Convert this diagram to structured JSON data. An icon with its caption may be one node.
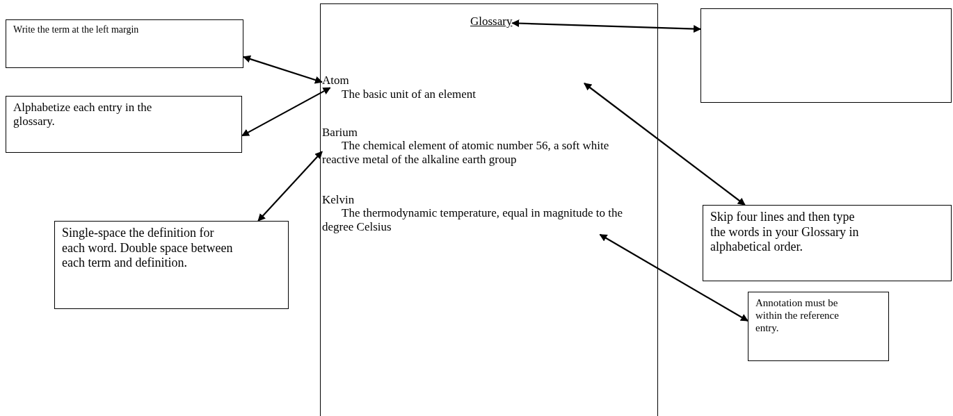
{
  "diagram": {
    "nodes": [
      {
        "text": [
          "Write the term at the left margin"
        ]
      },
      {
        "text": [],
        "shape": "box"
      },
      {
        "text": [
          "Glossary"
        ],
        "in": 1
      },
      {
        "text": [
          "Atom"
        ],
        "in": 1
      },
      {
        "text": [
          "The basic unit of an element"
        ],
        "in": 1
      },
      {
        "text": [
          "Barium"
        ],
        "in": 1
      },
      {
        "text": [
          "The chemical element of atomic number 56, a soft white reactive metal of the alkaline earth group"
        ],
        "in": 1
      },
      {
        "text": [
          "Kelvin"
        ],
        "in": 1
      },
      {
        "text": [
          "The thermodynamic temperature, equal in magnitude to the degree Celsius"
        ],
        "in": 1
      },
      {
        "text": [],
        "shape": "box"
      },
      {
        "text": [
          "Alphabetize each entry in the glossary."
        ]
      },
      {
        "text": [
          "Skip four lines and then type the words in your Glossary in alphabetical order."
        ]
      },
      {
        "text": [
          "Single-space the definition for each word. Double space between each term and definition."
        ]
      },
      {
        "text": [
          "Annotation must be within the reference entry."
        ]
      }
    ],
    "edges": [
      {
        "from": 0,
        "to": 3,
        "arrow": "both"
      },
      {
        "from": 2,
        "to": 9,
        "arrow": "both"
      },
      {
        "from": 10,
        "to": 3,
        "arrow": "both"
      },
      {
        "from": null,
        "to": 11,
        "arrow": "both"
      },
      {
        "from": 12,
        "to": 6,
        "arrow": "both"
      },
      {
        "from": 13,
        "to": 8,
        "arrow": "both"
      }
    ]
  }
}
